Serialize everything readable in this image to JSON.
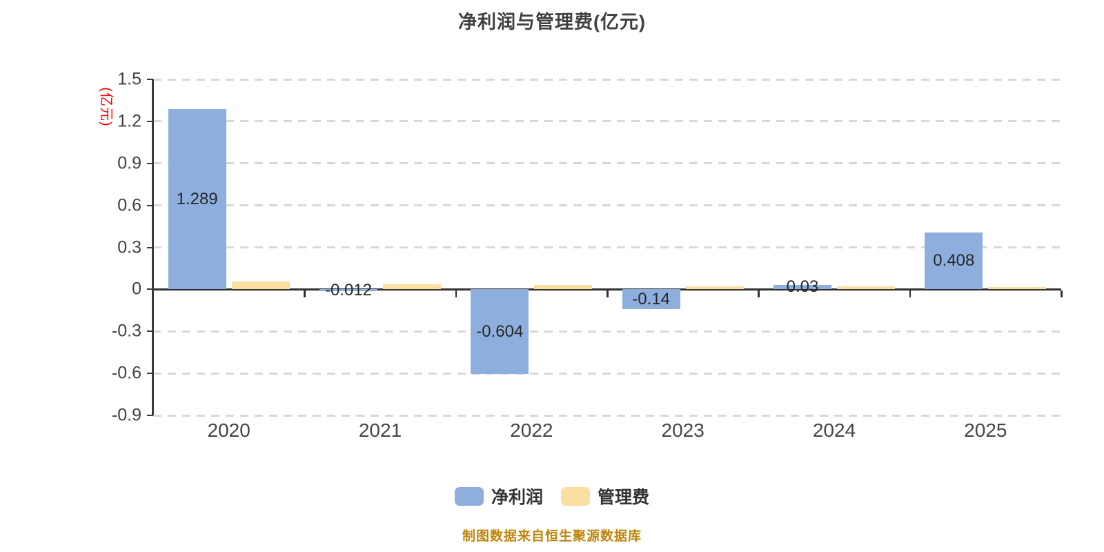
{
  "chart_data": {
    "type": "bar",
    "title": "净利润与管理费(亿元)",
    "ylabel": "(亿元)",
    "xlabel": "",
    "caption": "制图数据来自恒生聚源数据库",
    "categories": [
      "2020",
      "2021",
      "2022",
      "2023",
      "2024",
      "2025"
    ],
    "series": [
      {
        "name": "净利润",
        "key": "net-profit",
        "color": "#8EAFDE",
        "values": [
          1.289,
          -0.012,
          -0.604,
          -0.14,
          0.03,
          0.408
        ],
        "labels": [
          "1.289",
          "-0.012",
          "-0.604",
          "-0.14",
          "0.03",
          "0.408"
        ]
      },
      {
        "name": "管理费",
        "key": "management-fee",
        "color": "#FBDFA2",
        "values": [
          0.055,
          0.035,
          0.03,
          0.02,
          0.02,
          0.015
        ],
        "labels": [
          "",
          "",
          "",
          "",
          "",
          ""
        ]
      }
    ],
    "ylim": [
      -0.9,
      1.5
    ],
    "ytick_labels": [
      "1.5",
      "1.2",
      "0.9",
      "0.6",
      "0.3",
      "0",
      "-0.3",
      "-0.6",
      "-0.9"
    ],
    "grid": "dashed-horizontal",
    "legend_position": "bottom",
    "colors": {
      "title_text": "#404040",
      "axis_line": "#2F2F2F",
      "grid_line": "#D8D8D8",
      "tick_text": "#404040",
      "bar_label_text": "#262626",
      "unit_label": "#FF0000",
      "caption_text": "#BE8610"
    }
  }
}
